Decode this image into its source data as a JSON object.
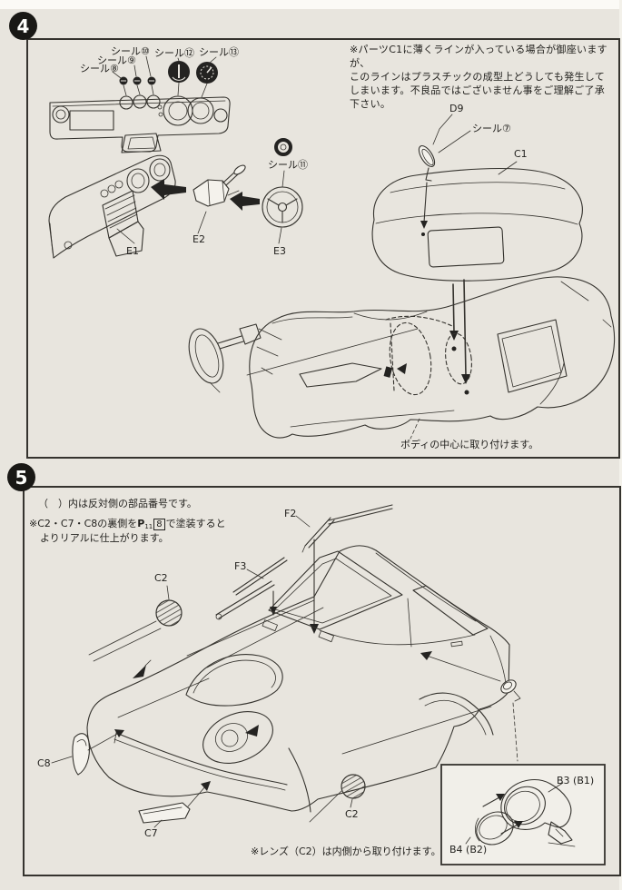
{
  "colors": {
    "paper": "#e8e5de",
    "ink": "#35332e",
    "step_badge": "#191815"
  },
  "step4": {
    "number": "4",
    "note_c1": "※パーツC1に薄くラインが入っている場合が御座いますが、\nこのラインはプラスチックの成型上どうしても発生して\nしまいます。不良品ではございません事をご理解ご了承\n下さい。",
    "labels": {
      "seal8": "シール⑧",
      "seal9": "シール⑨",
      "seal10": "シール⑩",
      "seal12": "シール⑫",
      "seal13": "シール⑬",
      "seal7": "シール⑦",
      "seal11": "シール⑪",
      "d9": "D9",
      "c1": "C1",
      "e1": "E1",
      "e2": "E2",
      "e3": "E3"
    },
    "body_note": "ボディの中心に取り付けます。"
  },
  "step5": {
    "number": "5",
    "note_parts": "（　）内は反対側の部品番号です。",
    "paint_note": {
      "pre": "※C2・C7・C8の裏側を",
      "code": "P",
      "code_sub": "11",
      "boxed": "8",
      "post": "で塗装すると",
      "line2": "よりリアルに仕上がります。"
    },
    "labels": {
      "f2": "F2",
      "f3": "F3",
      "c2_top": "C2",
      "c8": "C8",
      "c7": "C7",
      "c2_bottom": "C2",
      "b3": "B3 (B1)",
      "b4": "B4 (B2)"
    },
    "lens_note": "※レンズ（C2）は内側から取り付けます。"
  }
}
